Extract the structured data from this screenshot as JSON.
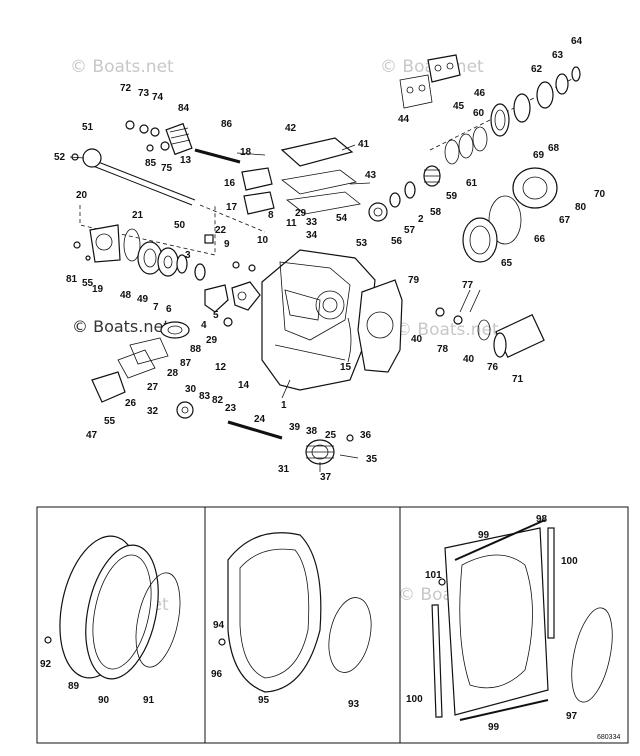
{
  "watermark": "© Boats.net",
  "drawing_code": "680334",
  "callouts": {
    "p1": "1",
    "p2": "2",
    "p3": "3",
    "p4": "4",
    "p5": "5",
    "p6": "6",
    "p7": "7",
    "p8": "8",
    "p9": "9",
    "p10": "10",
    "p11": "11",
    "p12": "12",
    "p13": "13",
    "p14": "14",
    "p15": "15",
    "p16": "16",
    "p17": "17",
    "p18": "18",
    "p19": "19",
    "p20": "20",
    "p21": "21",
    "p22": "22",
    "p23": "23",
    "p24": "24",
    "p25": "25",
    "p26": "26",
    "p27": "27",
    "p28": "28",
    "p29a": "29",
    "p29b": "29",
    "p30": "30",
    "p31": "31",
    "p32": "32",
    "p33": "33",
    "p34": "34",
    "p35": "35",
    "p36": "36",
    "p37": "37",
    "p38": "38",
    "p39": "39",
    "p40a": "40",
    "p40b": "40",
    "p41": "41",
    "p42": "42",
    "p43": "43",
    "p44": "44",
    "p45": "45",
    "p46": "46",
    "p47": "47",
    "p48": "48",
    "p49": "49",
    "p50": "50",
    "p51": "51",
    "p52": "52",
    "p53": "53",
    "p54": "54",
    "p55a": "55",
    "p55b": "55",
    "p56": "56",
    "p57": "57",
    "p58": "58",
    "p59": "59",
    "p60": "60",
    "p61": "61",
    "p62": "62",
    "p63": "63",
    "p64": "64",
    "p65": "65",
    "p66": "66",
    "p67": "67",
    "p68": "68",
    "p69": "69",
    "p70": "70",
    "p71": "71",
    "p72": "72",
    "p73": "73",
    "p74": "74",
    "p75": "75",
    "p76": "76",
    "p77": "77",
    "p78": "78",
    "p79": "79",
    "p80": "80",
    "p81": "81",
    "p82": "82",
    "p83": "83",
    "p84": "84",
    "p85": "85",
    "p86": "86",
    "p87": "87",
    "p88": "88",
    "p89": "89",
    "p90": "90",
    "p91": "91",
    "p92": "92",
    "p93": "93",
    "p94": "94",
    "p95": "95",
    "p96": "96",
    "p97": "97",
    "p98": "98",
    "p99a": "99",
    "p99b": "99",
    "p100a": "100",
    "p100b": "100",
    "p101": "101"
  }
}
